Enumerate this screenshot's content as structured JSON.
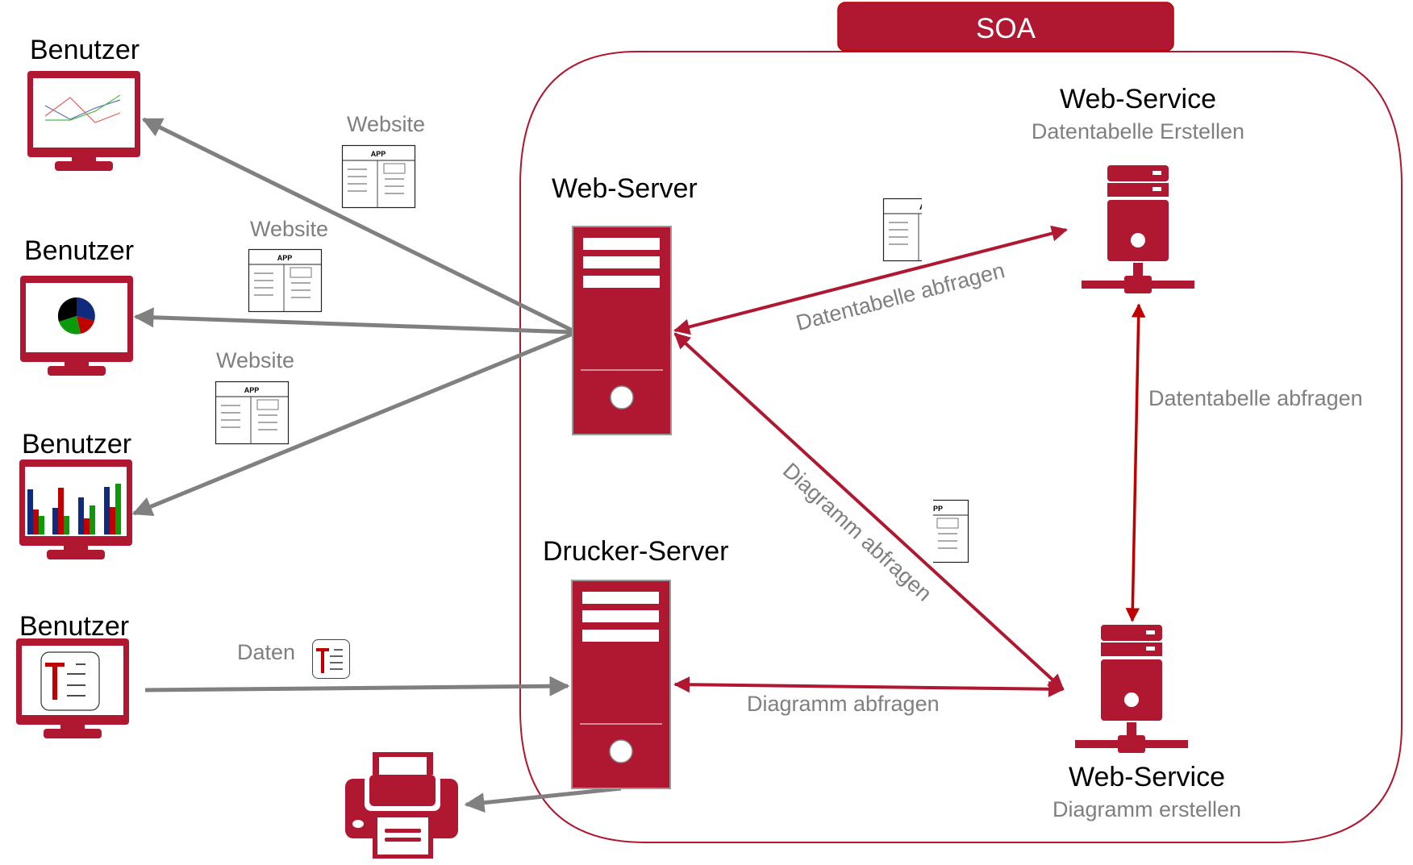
{
  "title_badge": {
    "label": "SOA"
  },
  "colors": {
    "brand_red": "#b01730",
    "arrow_red": "#b01730",
    "arrow_red_bright": "#c00000",
    "arrow_gray": "#808080",
    "label_gray": "#7f7f7f"
  },
  "users": [
    {
      "label": "Benutzer",
      "screen": "line-chart"
    },
    {
      "label": "Benutzer",
      "screen": "pie-chart"
    },
    {
      "label": "Benutzer",
      "screen": "bar-chart"
    },
    {
      "label": "Benutzer",
      "screen": "text-document"
    }
  ],
  "website_docs": [
    {
      "label": "Website",
      "header": "APP"
    },
    {
      "label": "Website",
      "header": "APP"
    },
    {
      "label": "Website",
      "header": "APP"
    }
  ],
  "inline_docs": [
    {
      "header": "AP"
    },
    {
      "header": "PP"
    }
  ],
  "daten_flow": {
    "label": "Daten"
  },
  "servers": {
    "web_server": {
      "label": "Web-Server"
    },
    "drucker_server": {
      "label": "Drucker-Server"
    }
  },
  "services": {
    "table_service": {
      "title": "Web-Service",
      "subtitle": "Datentabelle Erstellen"
    },
    "chart_service": {
      "title": "Web-Service",
      "subtitle": "Diagramm erstellen"
    }
  },
  "edges": {
    "web_to_table": "Datentabelle abfragen",
    "table_to_chart": "Datentabelle abfragen",
    "web_to_chart": "Diagramm abfragen",
    "drucker_to_chart": "Diagramm abfragen"
  },
  "printer": {
    "name": "printer"
  }
}
